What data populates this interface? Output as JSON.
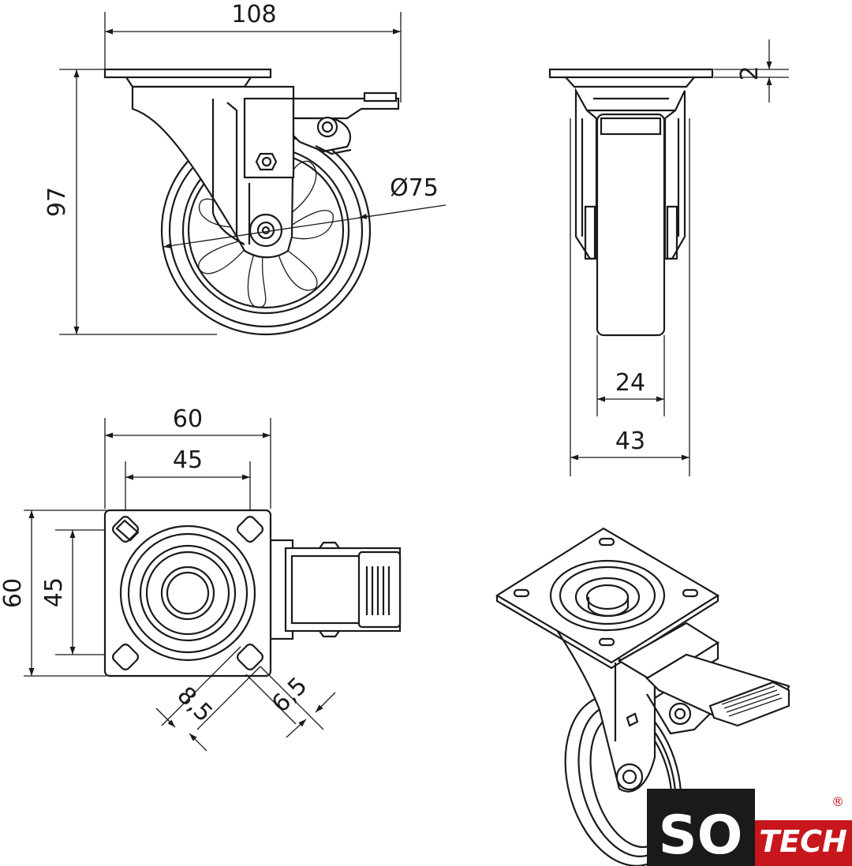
{
  "dimensions": {
    "overall_width": "108",
    "overall_height": "97",
    "wheel_diameter": "Ø75",
    "plate_thickness": "2",
    "wheel_width": "24",
    "fork_width": "43",
    "plate_width": "60",
    "hole_spacing_x": "45",
    "plate_height": "60",
    "hole_spacing_y": "45",
    "slot_length": "8,5",
    "slot_width": "6,5"
  },
  "logo": {
    "main": "SO",
    "sub": "TECH",
    "registered": "®",
    "colors": {
      "dark": "#1a1a1a",
      "red": "#c8161d"
    }
  }
}
